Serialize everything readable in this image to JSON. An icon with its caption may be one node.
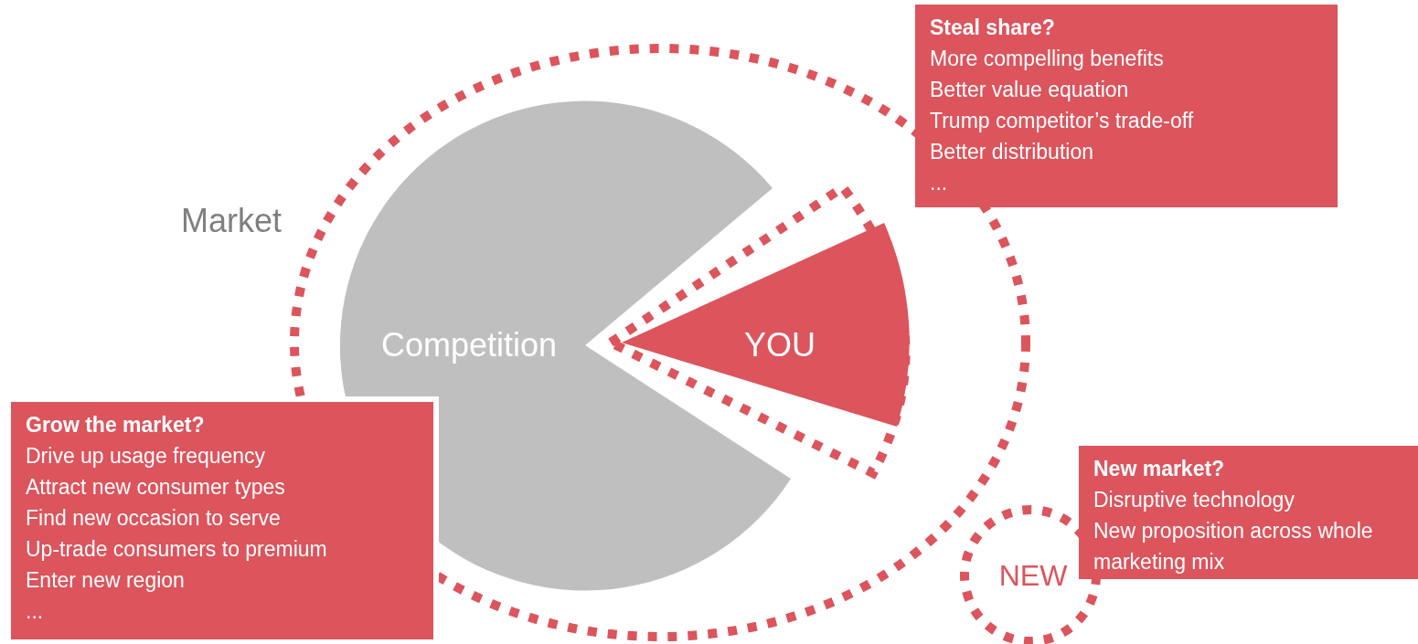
{
  "diagram": {
    "nodes": [
      {
        "text": [
          "Market"
        ]
      },
      {
        "text": [
          "Competition"
        ],
        "in": 0
      },
      {
        "text": [
          "YOU"
        ],
        "in": 0
      },
      {
        "text": [
          "Steal share?",
          "More compelling benefits",
          "Better value equation",
          "Trump competitor’s trade-off",
          "Better distribution",
          "..."
        ]
      },
      {
        "text": [
          "Grow the market?",
          "Drive up usage frequency",
          "Attract new consumer types",
          "Find new occasion to serve",
          "Up-trade consumers to premium",
          "Enter new region",
          "..."
        ]
      },
      {
        "text": [
          "NEW"
        ]
      },
      {
        "text": [
          "New market?",
          "Disruptive technology",
          "New proposition across whole marketing mix"
        ]
      }
    ],
    "edges": []
  }
}
